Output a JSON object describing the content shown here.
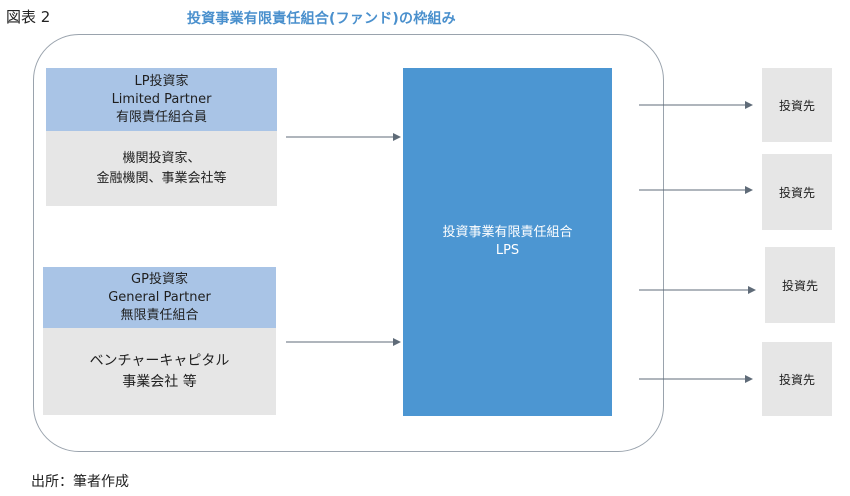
{
  "figure_label": "図表 2",
  "title": "投資事業有限責任組合(ファンド)の枠組み",
  "lp": {
    "head_lines": [
      "LP投資家",
      "Limited Partner",
      "有限責任組合員"
    ],
    "body_lines": [
      "機関投資家、",
      "金融機関、事業会社等"
    ]
  },
  "gp": {
    "head_lines": [
      "GP投資家",
      "General Partner",
      "無限責任組合"
    ],
    "body_lines": [
      "ベンチャーキャピタル",
      "事業会社 等"
    ]
  },
  "lps": {
    "lines": [
      "投資事業有限責任組合",
      "LPS"
    ]
  },
  "investees": [
    "投資先",
    "投資先",
    "投資先",
    "投資先"
  ],
  "source": "出所：筆者作成",
  "colors": {
    "title": "#4a90cd",
    "header_fill": "#a9c4e6",
    "body_fill": "#e6e6e6",
    "lps_fill": "#4c96d2",
    "arrow": "#5f6b78"
  }
}
